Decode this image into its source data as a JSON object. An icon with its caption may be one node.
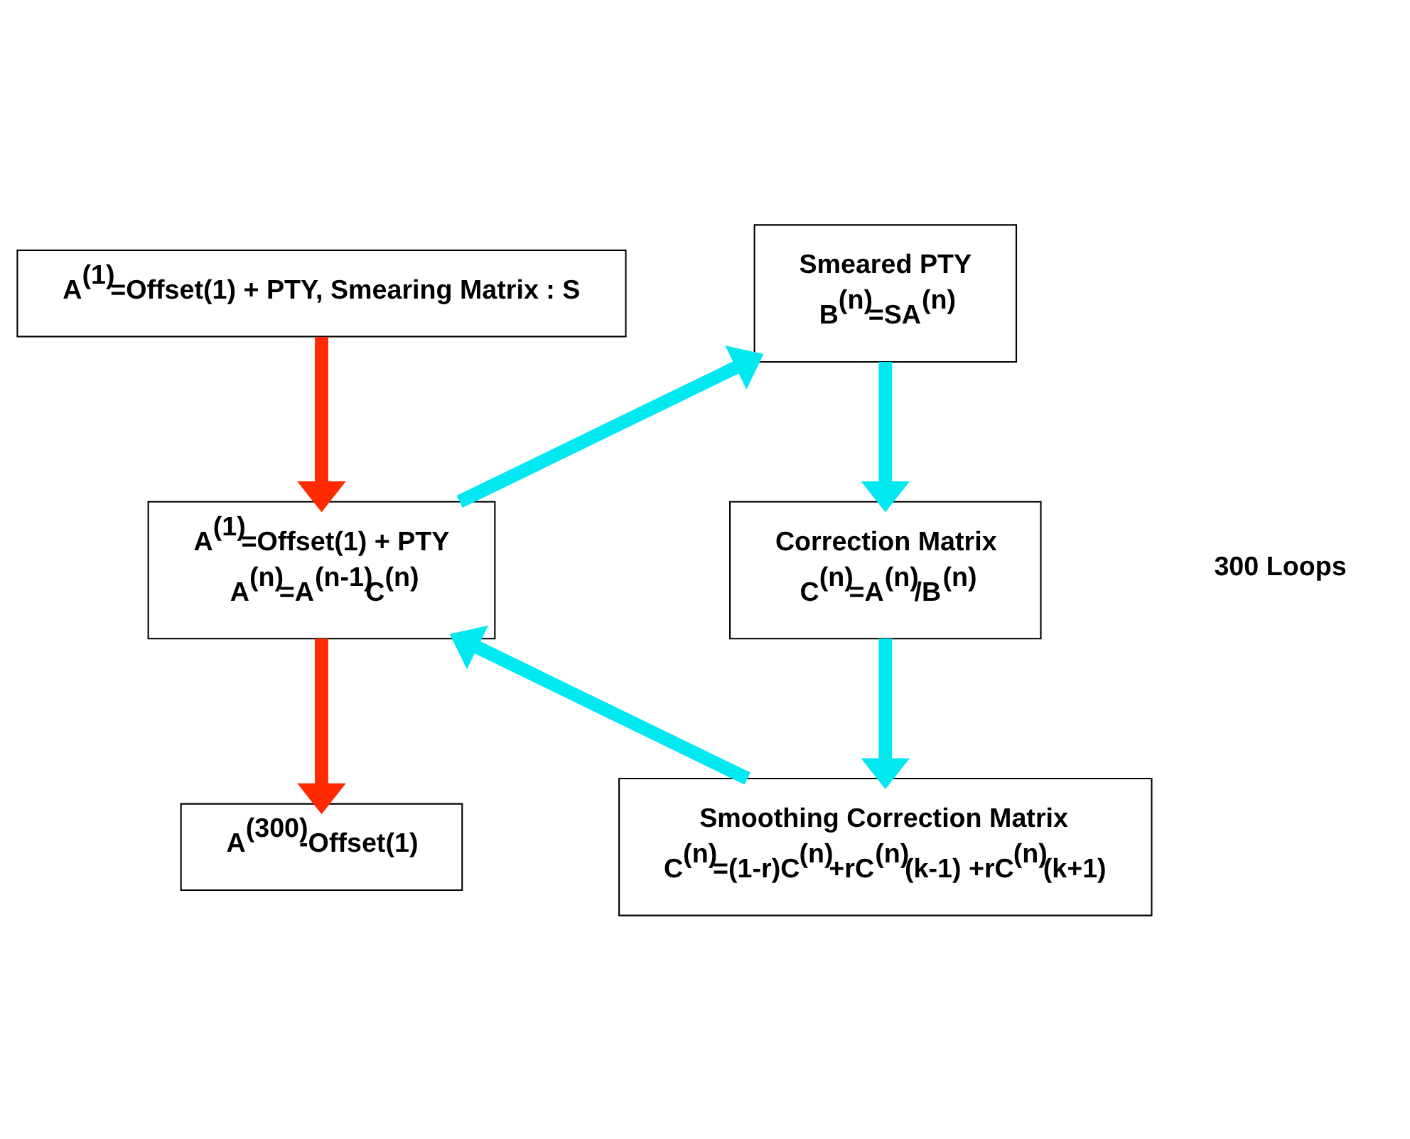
{
  "diagram": {
    "nodes": [
      {
        "text": [
          "A$^{(1)}$=Offset(1) + PTY, Smearing Matrix : S"
        ]
      },
      {
        "text": [
          "Smeared PTY",
          "B$^{(n)}$=SA$^{(n)}$"
        ]
      },
      {
        "text": [
          "Correction Matrix",
          "C$^{(n)}$=A$^{(n)}$/B$^{(n)}$"
        ]
      },
      {
        "text": [
          "Smoothing Correction Matrix",
          "C$^{(n)}$=(1-r)C$^{(n)}$+rC$^{(n)}$(k-1) +rC$^{(n)}$(k+1)"
        ]
      },
      {
        "text": [
          "A$^{(1)}$=Offset(1) + PTY",
          "A$^{(n)}$=A$^{(n-1)}$C$^{(n)}$"
        ]
      },
      {
        "text": [
          "A$^{(300)}$-Offset(1)"
        ]
      }
    ],
    "edges": [
      {
        "from": 0,
        "to": 4,
        "arrow": "to",
        "color": "#ff2a00"
      },
      {
        "from": 4,
        "to": 1,
        "arrow": "to"
      },
      {
        "from": 1,
        "to": 2,
        "arrow": "to"
      },
      {
        "from": 2,
        "to": 3,
        "arrow": "to"
      },
      {
        "from": 3,
        "to": 4,
        "arrow": "to"
      },
      {
        "from": 4,
        "to": 5,
        "arrow": "to",
        "color": "#ff2a00"
      }
    ],
    "labels": [
      "300 Loops"
    ]
  }
}
